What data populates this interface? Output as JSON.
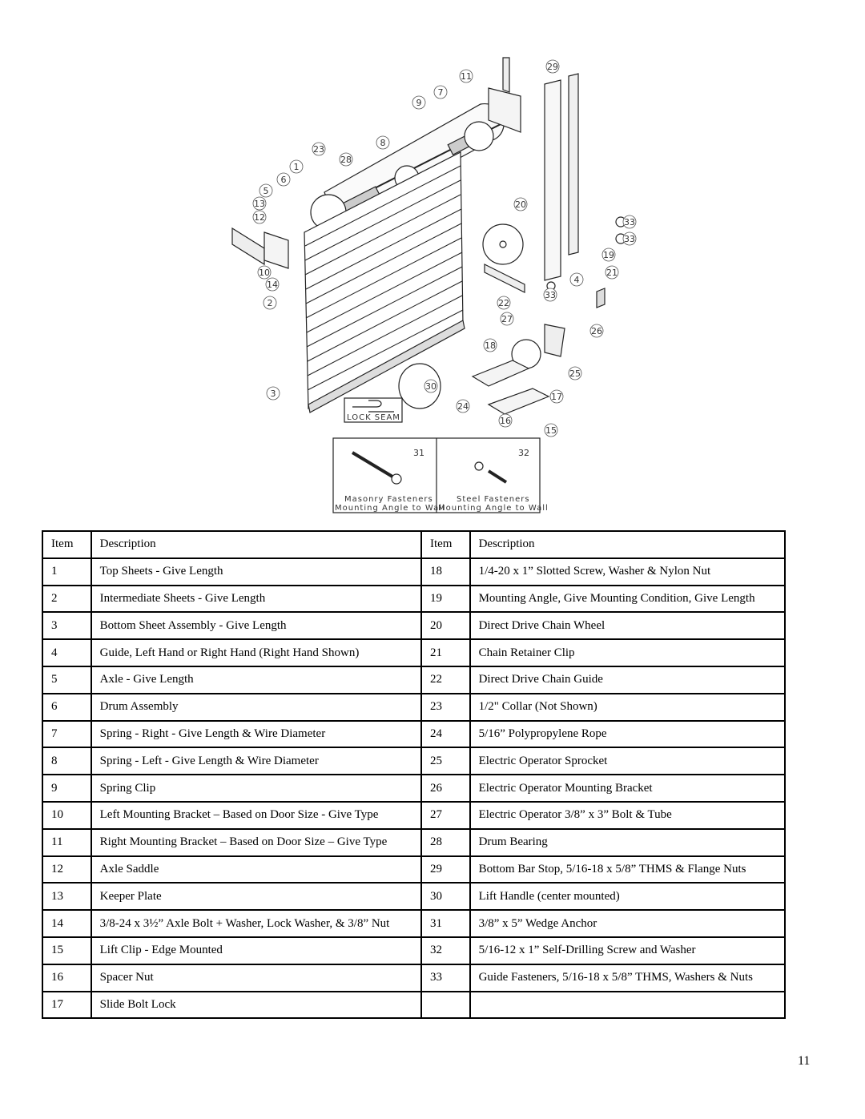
{
  "diagram": {
    "callouts": [
      "29",
      "11",
      "7",
      "9",
      "8",
      "23",
      "28",
      "1",
      "6",
      "5",
      "13",
      "12",
      "10",
      "14",
      "2",
      "20",
      "4",
      "19",
      "21",
      "22",
      "33",
      "33",
      "33",
      "27",
      "26",
      "18",
      "25",
      "30",
      "24",
      "17",
      "16",
      "15",
      "3",
      "31",
      "32"
    ],
    "lock_seam_label": "LOCK SEAM",
    "fasteners": {
      "masonry_number": "31",
      "masonry_line1": "Masonry Fasteners",
      "masonry_line2": "Mounting Angle to Wall",
      "steel_number": "32",
      "steel_line1": "Steel Fasteners",
      "steel_line2": "Mounting Angle to Wall"
    }
  },
  "table": {
    "headers": [
      "Item",
      "Description",
      "Item",
      "Description"
    ],
    "rows": [
      [
        "1",
        "Top Sheets - Give Length",
        "18",
        "1/4-20 x 1” Slotted Screw, Washer & Nylon Nut"
      ],
      [
        "2",
        "Intermediate Sheets - Give Length",
        "19",
        "Mounting Angle, Give Mounting Condition, Give Length"
      ],
      [
        "3",
        "Bottom Sheet Assembly - Give Length",
        "20",
        "Direct Drive Chain Wheel"
      ],
      [
        "4",
        "Guide, Left Hand or Right Hand (Right Hand Shown)",
        "21",
        "Chain Retainer Clip"
      ],
      [
        "5",
        "Axle - Give Length",
        "22",
        "Direct Drive Chain Guide"
      ],
      [
        "6",
        "Drum Assembly",
        "23",
        "1/2\" Collar (Not Shown)"
      ],
      [
        "7",
        "Spring - Right - Give Length & Wire Diameter",
        "24",
        "5/16” Polypropylene Rope"
      ],
      [
        "8",
        "Spring - Left - Give Length & Wire Diameter",
        "25",
        "Electric Operator Sprocket"
      ],
      [
        "9",
        "Spring Clip",
        "26",
        "Electric Operator Mounting Bracket"
      ],
      [
        "10",
        "Left Mounting Bracket – Based on Door Size - Give Type",
        "27",
        "Electric Operator 3/8” x 3” Bolt & Tube"
      ],
      [
        "11",
        "Right Mounting Bracket – Based on Door Size – Give Type",
        "28",
        "Drum Bearing"
      ],
      [
        "12",
        "Axle Saddle",
        "29",
        "Bottom Bar Stop, 5/16-18 x 5/8” THMS & Flange Nuts"
      ],
      [
        "13",
        "Keeper Plate",
        "30",
        "Lift Handle (center mounted)"
      ],
      [
        "14",
        "3/8-24 x 3½” Axle Bolt + Washer, Lock Washer, & 3/8” Nut",
        "31",
        "3/8” x 5”  Wedge Anchor"
      ],
      [
        "15",
        "Lift Clip - Edge Mounted",
        "32",
        "5/16-12 x 1” Self-Drilling Screw and Washer"
      ],
      [
        "16",
        "Spacer Nut",
        "33",
        "Guide Fasteners, 5/16-18 x 5/8” THMS, Washers & Nuts"
      ],
      [
        "17",
        "Slide Bolt Lock",
        "",
        ""
      ]
    ]
  },
  "page_number": "11"
}
